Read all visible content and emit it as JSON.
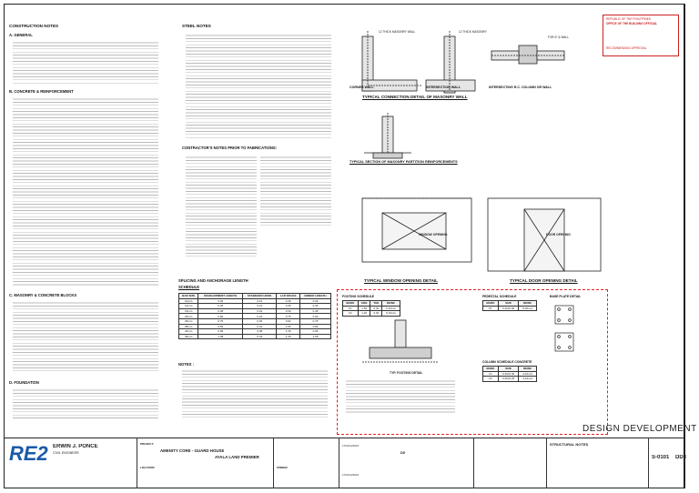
{
  "sections": {
    "construction_notes": "CONSTRUCTION NOTES",
    "general": "A.  GENERAL",
    "concrete": "B.  CONCRETE & REINFORCEMENT",
    "masonry": "C.  MASONRY  &  CONCRETE BLOCKS",
    "foundation": "D.  FOUNDATION",
    "steel_notes": "STEEL NOTES",
    "contractor_notes": "CONTRACTOR'S NOTES PRIOR TO FABRICATIONS:",
    "splicing": "SPLICING AND ANCHORAGE LENGTH",
    "schedule": "SCHEDULE",
    "notes": "NOTES :"
  },
  "captions": {
    "masonry_wall": "TYPICAL CONNECTION DETAIL OF MASONRY WALL",
    "partition": "TYPICAL SECTION OF MASONRY PARTITION REINFORCEMENTS",
    "window": "TYPICAL WINDOW OPENING DETAIL",
    "door": "TYPICAL DOOR OPENING DETAIL",
    "corner_wall": "CORNER WALL",
    "intersection_wall": "INTERSECTION WALL",
    "intersecting_rc": "INTERSECTING R.C. COLUMN OR WALL",
    "footing_detail": "TYP. FOOTING DETAIL",
    "footing_schedule": "FOOTING SCHEDULE",
    "pedestal_schedule": "PEDESTAL SCHEDULE",
    "base_plate": "BASE PLATE DETAIL",
    "column_schedule": "COLUMN SCHEDULE CONCRETE",
    "window_label": "WINDOW OPENING",
    "door_label": "DOOR OPENING"
  },
  "stamp": {
    "line1": "REPUBLIC OF THE PHILIPPINES",
    "line2": "OFFICE OF THE BUILDING OFFICIAL",
    "line3": "RECOMMENDING APPROVAL"
  },
  "design_development": "DESIGN DEVELOPMENT",
  "title_block": {
    "firm": "RE2",
    "engineer": "ERWIN J. PONCE",
    "engineer_role": "CIVIL ENGINEER",
    "project": "AMENITY CORE - GUARD HOUSE",
    "project_label": "PROJECT:",
    "location_label": "LOCATION:",
    "owner": "AYALA LAND PREMIER",
    "owner_label": "OWNER:",
    "sheet_title": "STRUCTURAL NOTES",
    "sheet_no": "S-0101",
    "sheet_code": "DD3",
    "date1": "17/AUG/2021",
    "date2": "17/AUG/2021",
    "stage": "DD"
  },
  "schedule_headers": [
    "BAR SIZE",
    "DEVELOPMENT LENGTH",
    "STANDARD HOOK",
    "LAP SPLICE",
    "EMBED LENGTH"
  ],
  "schedule_rows": [
    [
      "10mm",
      "0.30",
      "0.12",
      "0.36",
      "0.30"
    ],
    [
      "12mm",
      "0.36",
      "0.14",
      "0.45",
      "0.36"
    ],
    [
      "16mm",
      "0.48",
      "0.19",
      "0.60",
      "0.48"
    ],
    [
      "20mm",
      "0.60",
      "0.24",
      "0.75",
      "0.60"
    ],
    [
      "25mm",
      "0.75",
      "0.30",
      "0.94",
      "0.75"
    ],
    [
      "28mm",
      "0.84",
      "0.34",
      "1.05",
      "0.84"
    ],
    [
      "32mm",
      "0.96",
      "0.38",
      "1.20",
      "0.96"
    ],
    [
      "36mm",
      "1.08",
      "0.43",
      "1.35",
      "1.08"
    ]
  ],
  "footing_rows": [
    [
      "MARK",
      "SIZE",
      "THK",
      "REINF."
    ],
    [
      "F1",
      "1.50",
      "0.30",
      "6-16mm"
    ],
    [
      "F2",
      "1.20",
      "0.30",
      "5-16mm"
    ]
  ],
  "pedestal_rows": [
    [
      "MARK",
      "SIZE",
      "REINF."
    ],
    [
      "P1",
      "0.40x0.40",
      "8-20mm"
    ]
  ],
  "column_rows": [
    [
      "MARK",
      "SIZE",
      "REINF."
    ],
    [
      "C1",
      "0.30x0.30",
      "4-16mm"
    ],
    [
      "C2",
      "0.25x0.25",
      "4-12mm"
    ]
  ]
}
